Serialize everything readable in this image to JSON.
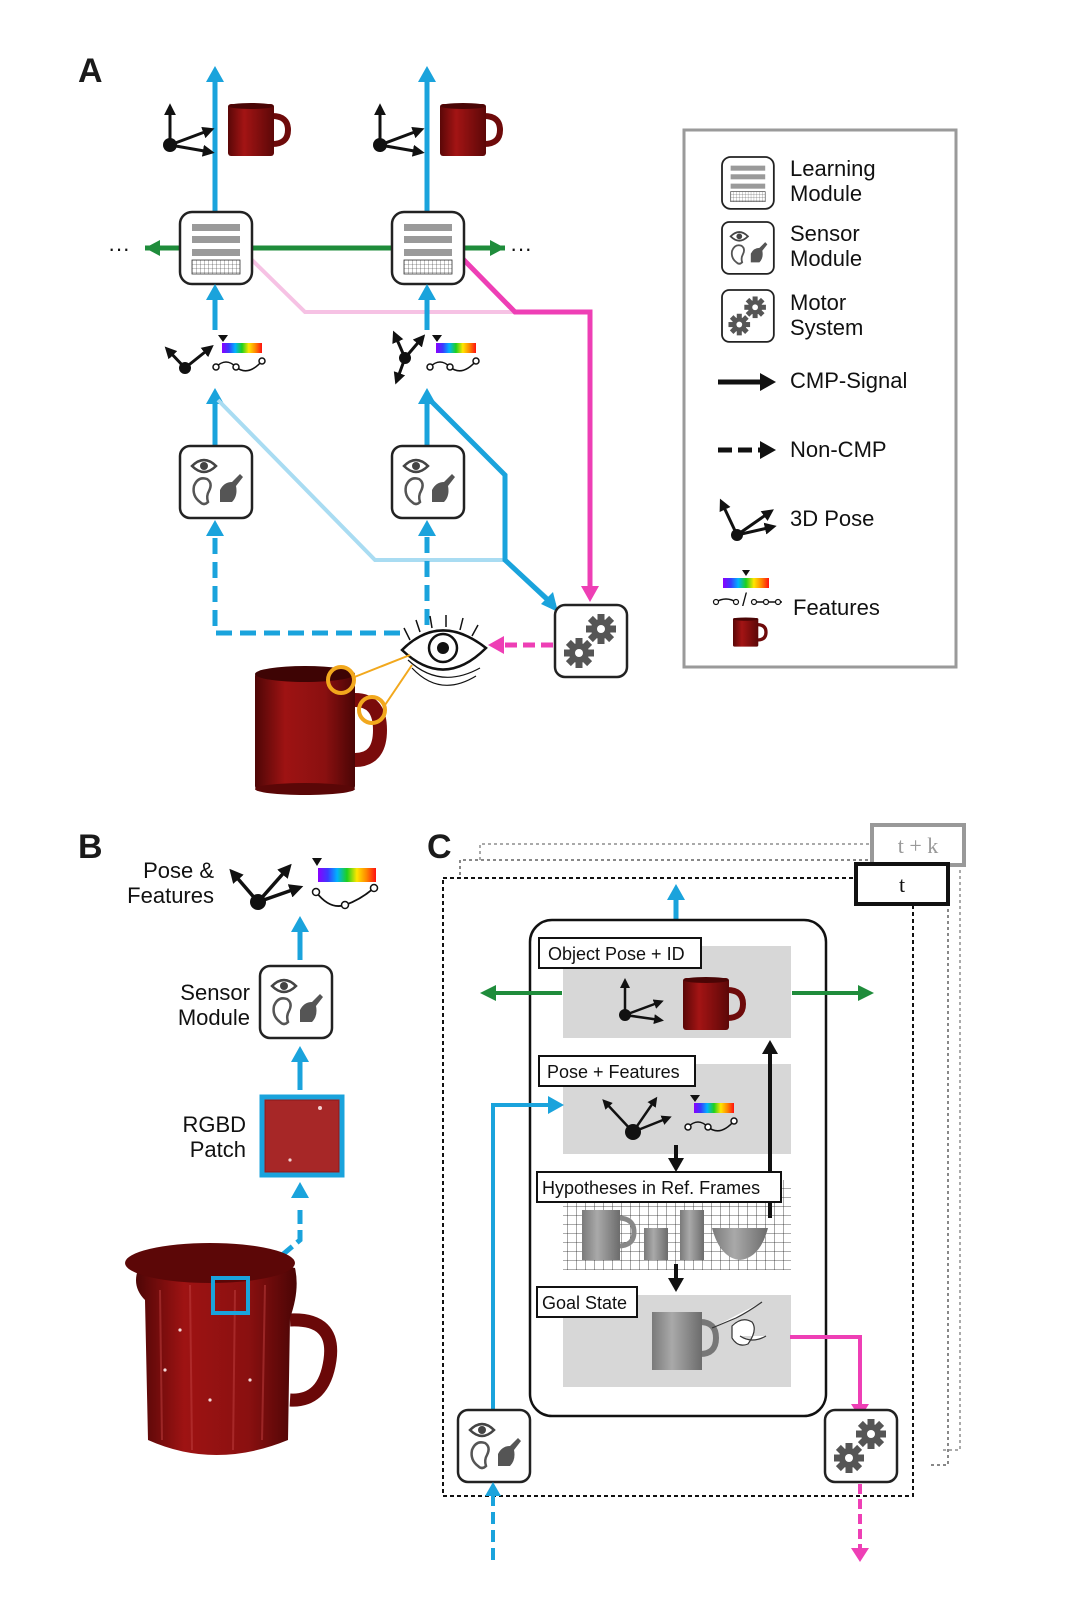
{
  "panels": {
    "a": "A",
    "b": "B",
    "c": "C"
  },
  "legend": {
    "learning_module": [
      "Learning",
      "Module"
    ],
    "sensor_module": [
      "Sensor",
      "Module"
    ],
    "motor_system": [
      "Motor",
      "System"
    ],
    "cmp_signal": "CMP-Signal",
    "non_cmp": "Non-CMP",
    "pose_3d": "3D Pose",
    "features": "Features",
    "features_glyph": "/"
  },
  "panel_a": {
    "ellipsis_left": "···",
    "ellipsis_right": "···"
  },
  "panel_b": {
    "pose_features": [
      "Pose &",
      "Features"
    ],
    "sensor_module": [
      "Sensor",
      "Module"
    ],
    "rgbd_patch": [
      "RGBD",
      "Patch"
    ]
  },
  "panel_c": {
    "time_back": "t + k",
    "time_front": "t",
    "object_pose_id": "Object Pose + ID",
    "pose_features": "Pose + Features",
    "hypotheses": "Hypotheses in Ref. Frames",
    "goal_state": "Goal State"
  },
  "colors": {
    "cmp_blue": "#1aa3dc",
    "lateral_green": "#1f8c3b",
    "goal_magenta": "#ee3fb5",
    "mug_red": "#7d0b0b",
    "sensor_patch_orange": "#f2a81d"
  },
  "icons": [
    "learning-module-icon",
    "sensor-module-icon",
    "gear-icon",
    "eye-icon",
    "ear-icon",
    "hand-icon",
    "pose-axes-icon",
    "spectrum-bar-icon",
    "mug-icon"
  ]
}
